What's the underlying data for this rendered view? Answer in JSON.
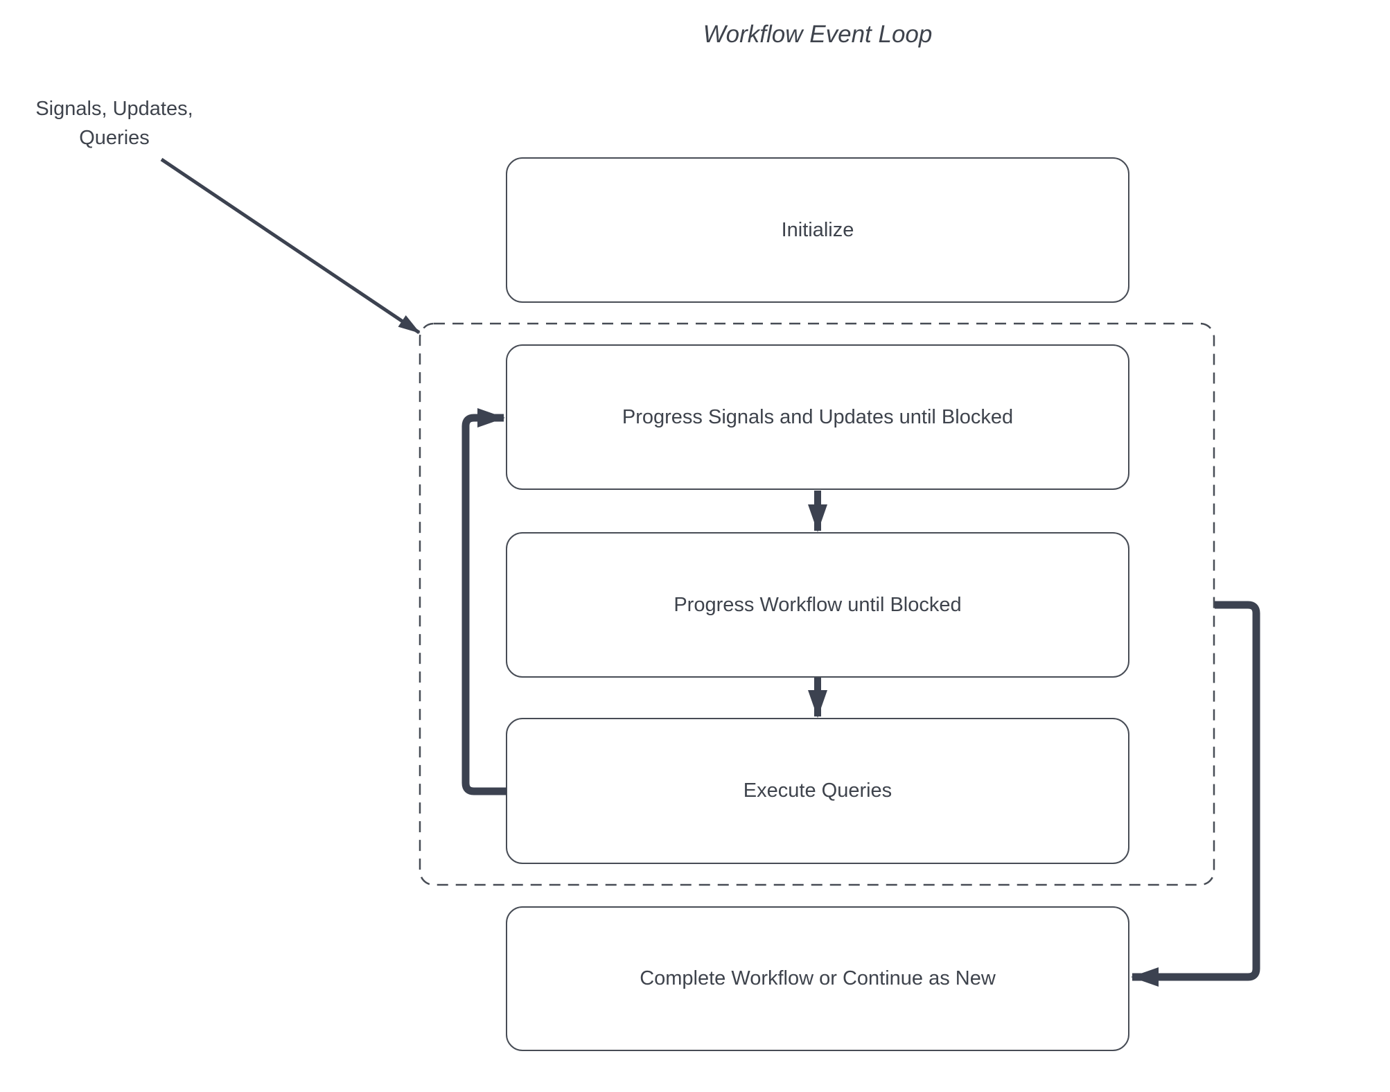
{
  "title": "Workflow Event Loop",
  "annotation": "Signals, Updates,\nQueries",
  "nodes": [
    {
      "id": "initialize",
      "label": "Initialize"
    },
    {
      "id": "progress-signals",
      "label": "Progress Signals and Updates until Blocked"
    },
    {
      "id": "progress-workflow",
      "label": "Progress Workflow until Blocked"
    },
    {
      "id": "execute-queries",
      "label": "Execute Queries"
    },
    {
      "id": "complete-workflow",
      "label": "Complete Workflow or Continue as New"
    }
  ],
  "colors": {
    "background": "#ffffff",
    "connector": "#3c4250",
    "box_border": "#474c55",
    "text": "#3e434c"
  }
}
